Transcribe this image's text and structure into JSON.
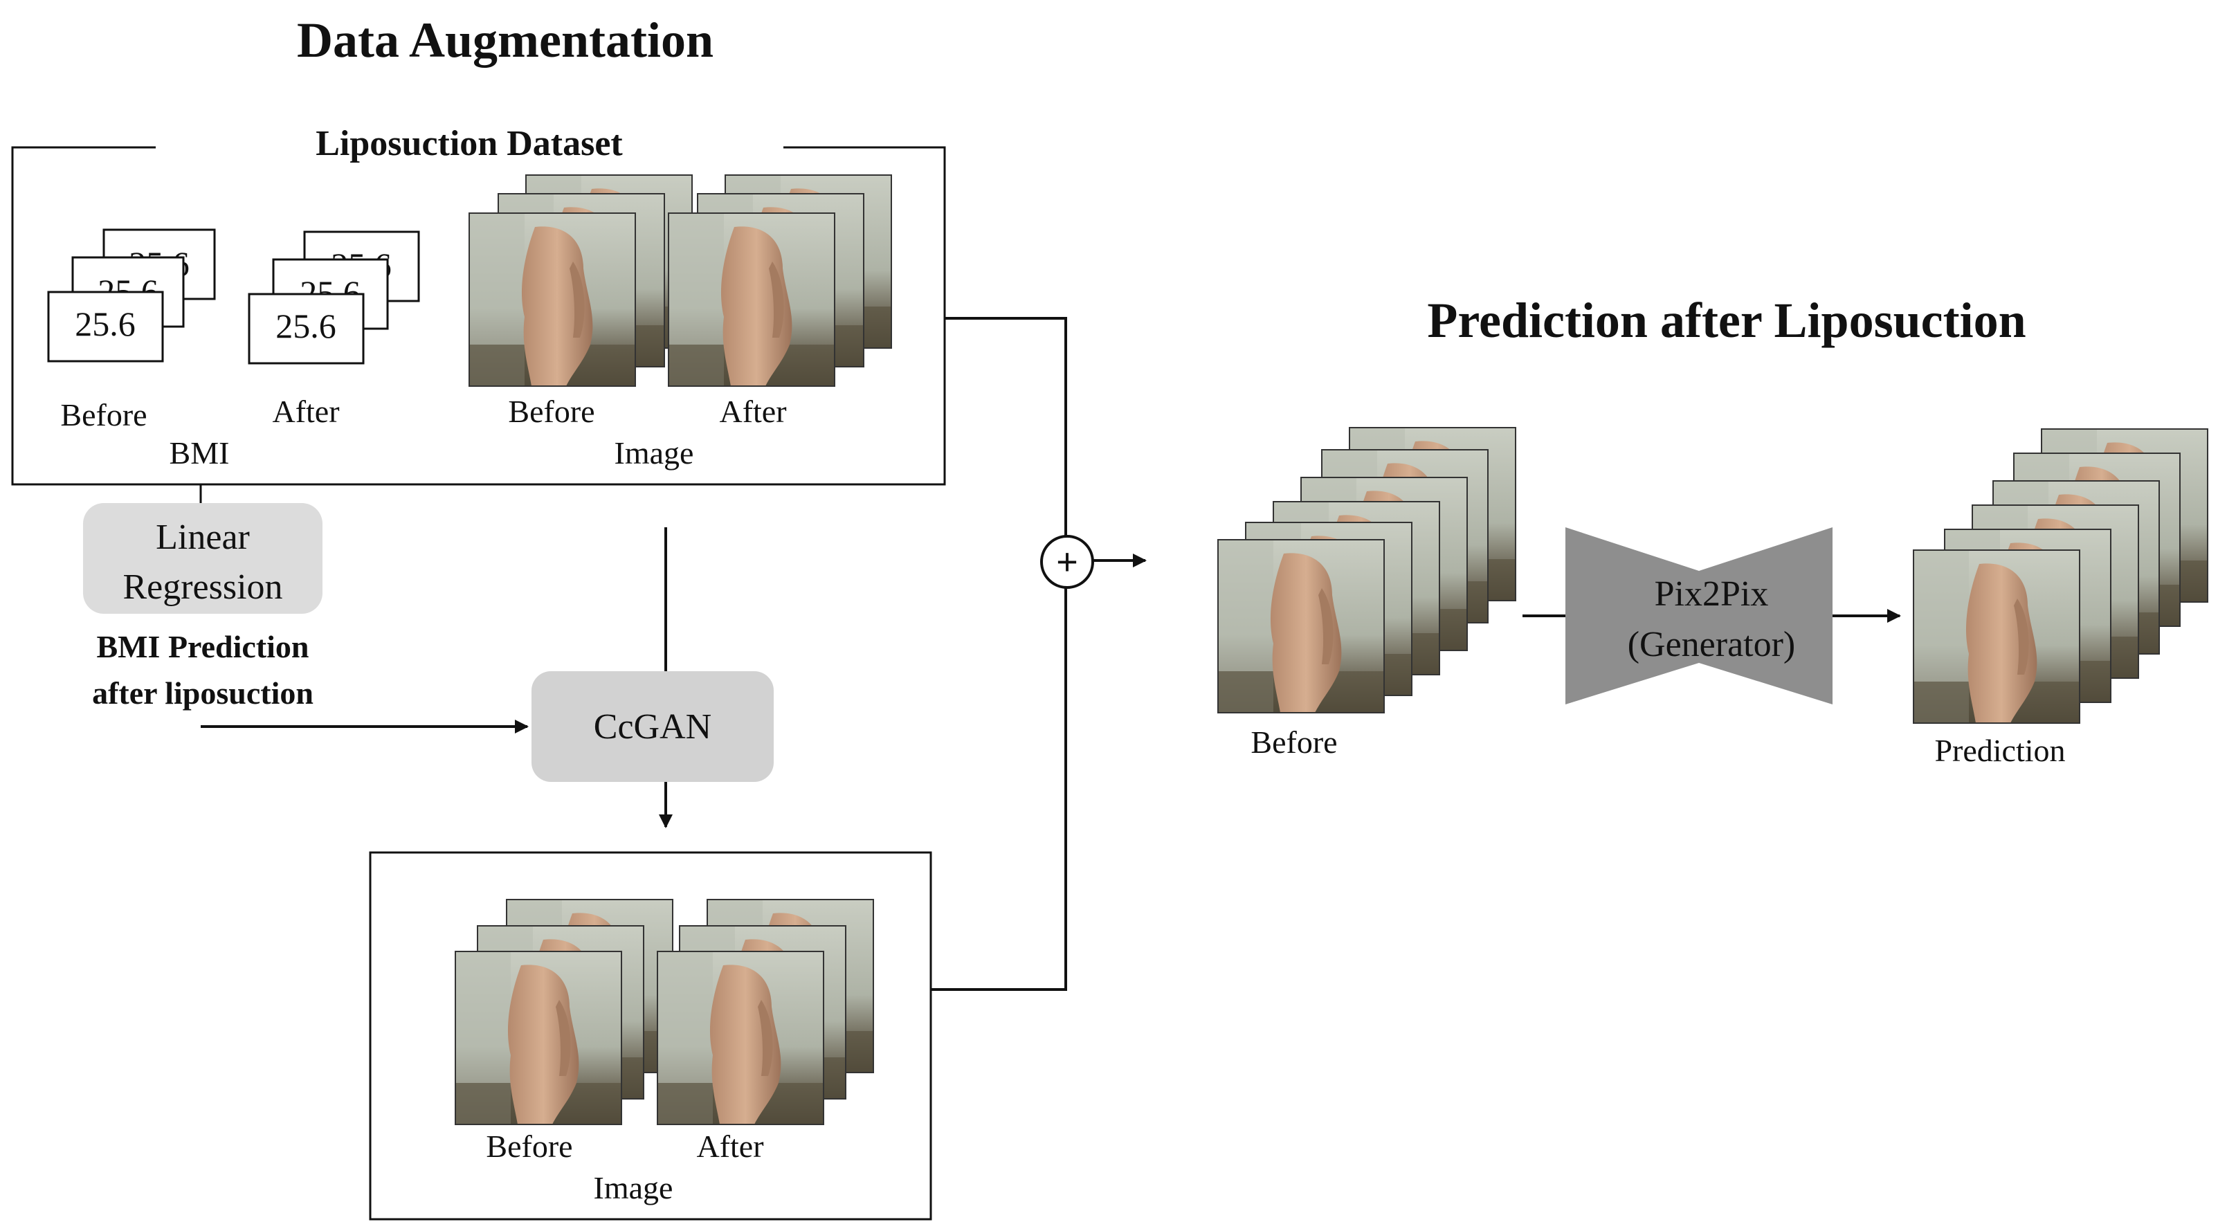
{
  "titles": {
    "data_augmentation": "Data Augmentation",
    "prediction": "Prediction after Liposuction"
  },
  "dataset": {
    "title": "Liposuction Dataset",
    "bmi_value": "25.6",
    "bmi_before": "Before",
    "bmi_after": "After",
    "bmi_group": "BMI",
    "image_before": "Before",
    "image_after": "After",
    "image_group": "Image"
  },
  "linear_regression": {
    "line1": "Linear",
    "line2": "Regression"
  },
  "bmi_prediction": {
    "line1": "BMI Prediction",
    "line2": "after liposuction"
  },
  "ccgan": {
    "label": "CcGAN"
  },
  "generated": {
    "before": "Before",
    "after": "After",
    "group": "Image"
  },
  "combine_symbol": "+",
  "pix2pix": {
    "line1": "Pix2Pix",
    "line2": "(Generator)"
  },
  "prediction_stage": {
    "input_label": "Before",
    "output_label": "Prediction"
  },
  "colors": {
    "process_fill": "#d4d4d4",
    "stroke": "#111111"
  }
}
